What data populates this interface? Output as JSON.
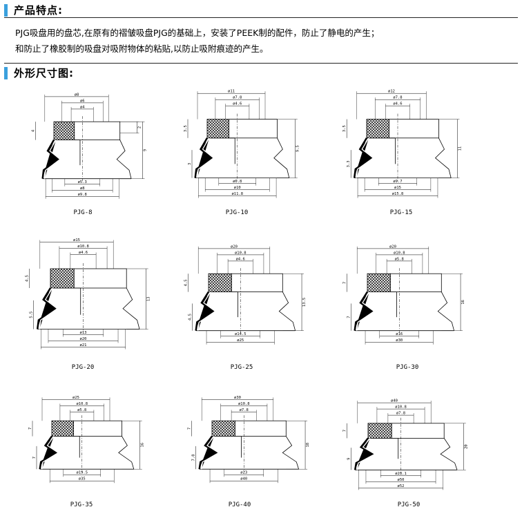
{
  "features": {
    "title": "产品特点:",
    "line1": "PJG吸盘用的盘芯,在原有的褶皱吸盘PJG的基础上，安装了PEEK制的配件，防止了静电的产生；",
    "line2": "和防止了橡胶制的吸盘对吸附物体的粘贴,以防止吸附痕迹的产生。"
  },
  "dimensions": {
    "title": "外形尺寸图:"
  },
  "accent_color": "#3aa0dd",
  "drawings": [
    {
      "model": "PJG-8",
      "top_dims": [
        "ø8",
        "ø6",
        "ø4"
      ],
      "bottom_dims": [
        "ø5.3",
        "ø8",
        "ø9.8"
      ],
      "left_dims": [
        "4"
      ],
      "right_dims": [
        "2",
        "9"
      ]
    },
    {
      "model": "PJG-10",
      "top_dims": [
        "ø11",
        "ø7.8",
        "ø4.6"
      ],
      "bottom_dims": [
        "ø6.8",
        "ø10",
        "ø11.8"
      ],
      "left_dims": [
        "3.5",
        "3"
      ],
      "right_dims": [
        "9.5"
      ]
    },
    {
      "model": "PJG-15",
      "top_dims": [
        "ø12",
        "ø7.8",
        "ø4.6"
      ],
      "bottom_dims": [
        "ø9.7",
        "ø15",
        "ø15.8"
      ],
      "left_dims": [
        "3.5",
        "3.3"
      ],
      "right_dims": [
        "11"
      ]
    },
    {
      "model": "PJG-20",
      "top_dims": [
        "ø15",
        "ø10.8",
        "ø4.6"
      ],
      "bottom_dims": [
        "ø13",
        "ø20",
        "ø21"
      ],
      "left_dims": [
        "4.5",
        "5.5"
      ],
      "right_dims": [
        "13"
      ]
    },
    {
      "model": "PJG-25",
      "top_dims": [
        "ø20",
        "ø10.8",
        "ø4.6"
      ],
      "bottom_dims": [
        "ø14.5",
        "ø25"
      ],
      "left_dims": [
        "4.5",
        "4.5"
      ],
      "right_dims": [
        "13.5"
      ]
    },
    {
      "model": "PJG-30",
      "top_dims": [
        "ø20",
        "ø10.8",
        "ø5.8"
      ],
      "bottom_dims": [
        "ø16",
        "ø30"
      ],
      "left_dims": [
        "7",
        "7"
      ],
      "right_dims": [
        "16"
      ]
    },
    {
      "model": "PJG-35",
      "top_dims": [
        "ø25",
        "ø10.8",
        "ø5.8"
      ],
      "bottom_dims": [
        "ø19.5",
        "ø35"
      ],
      "left_dims": [
        "7",
        "7"
      ],
      "right_dims": [
        "16"
      ]
    },
    {
      "model": "PJG-40",
      "top_dims": [
        "ø30",
        "ø10.8",
        "ø7.8"
      ],
      "bottom_dims": [
        "ø23",
        "ø40"
      ],
      "left_dims": [
        "7",
        "7.8"
      ],
      "right_dims": [
        "18"
      ]
    },
    {
      "model": "PJG-50",
      "top_dims": [
        "ø40",
        "ø10.8",
        "ø7.8"
      ],
      "bottom_dims": [
        "ø28.1",
        "ø50",
        "ø52"
      ],
      "left_dims": [
        "7",
        "9"
      ],
      "right_dims": [
        "20"
      ]
    }
  ]
}
